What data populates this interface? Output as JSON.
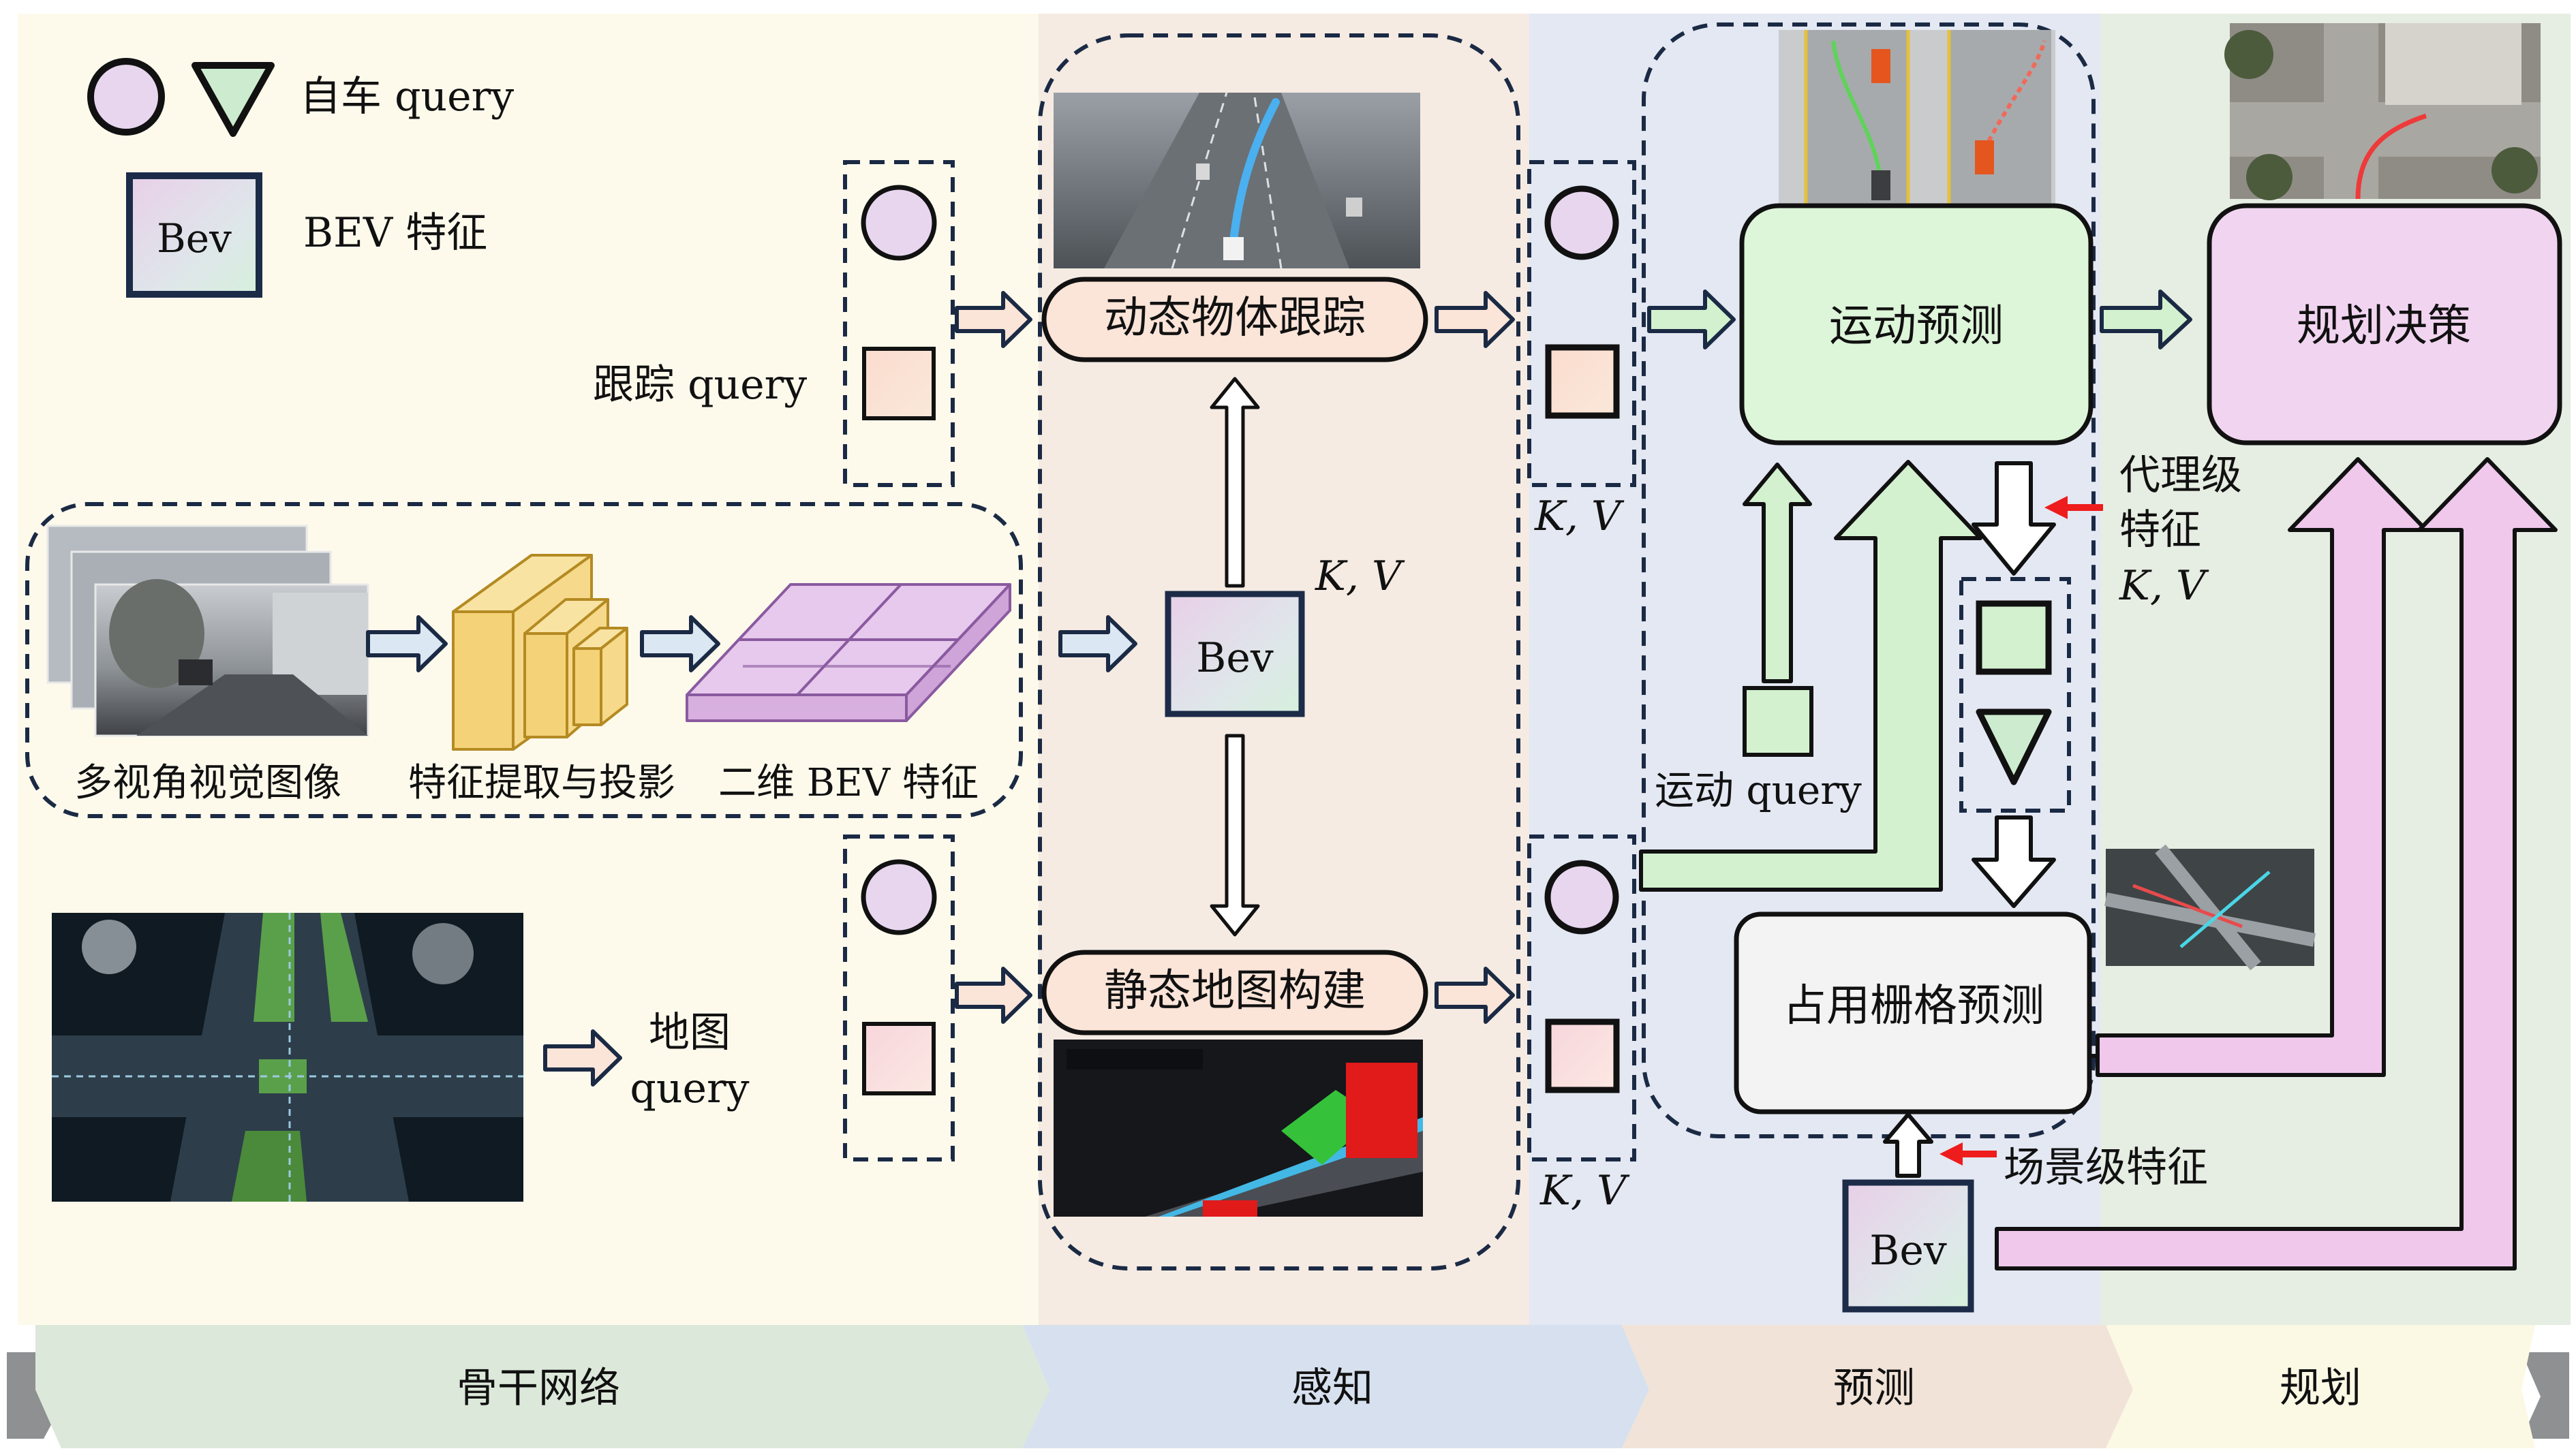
{
  "legend": {
    "ego_query": "自车 query",
    "bev_feature": "BEV 特征",
    "bev_icon": "Bev"
  },
  "backbone": {
    "multi_view_images": "多视角视觉图像",
    "feature_extraction": "特征提取与投影",
    "bev_2d": "二维 BEV 特征",
    "track_query": "跟踪 query",
    "map_query_line1": "地图",
    "map_query_line2": "query"
  },
  "perception": {
    "tracking": "动态物体跟踪",
    "mapping": "静态地图构建",
    "bev": "Bev",
    "kv": "K, V"
  },
  "prediction": {
    "motion": "运动预测",
    "occupancy": "占用栅格预测",
    "motion_query": "运动 query",
    "agent_feature_line1": "代理级",
    "agent_feature_line2": "特征",
    "agent_feature_kv": "K, V",
    "scene_feature": "场景级特征",
    "bev": "Bev",
    "kv_top": "K, V",
    "kv_bottom": "K, V"
  },
  "planning": {
    "decision": "规划决策"
  },
  "stages": [
    "骨干网络",
    "感知",
    "预测",
    "规划"
  ],
  "colors": {
    "backbone_bg": "#fdfaec",
    "perception_bg": "#f5ebe2",
    "prediction_bg": "#e3e8f3",
    "planning_bg": "#e6ede2",
    "track_box": "#fbe4d8",
    "motion_box": "#ddf5d9",
    "occ_box": "#f3f3f3",
    "plan_box": "#f1d5f0",
    "ego_circle": "#e8d6ef",
    "ego_triangle": "#cdeccf",
    "arrow_blue": "#dbe7f2",
    "arrow_green": "#d3f1cf",
    "arrow_pink": "#efc8ec",
    "bev_box_dark": "#1c2b48",
    "red_arrow": "#ee1c1c"
  }
}
